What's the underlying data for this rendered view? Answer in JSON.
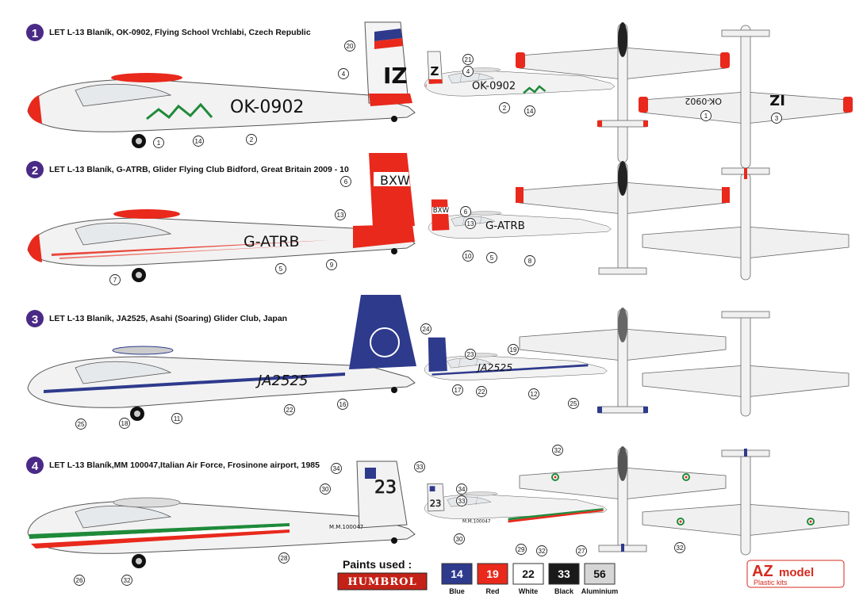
{
  "sections": [
    {
      "number": "1",
      "title": "LET L-13 Blaník, OK-0902, Flying School Vrchlabi, Czech Republic",
      "registration": "OK-0902",
      "tail_code": "IZ",
      "small_tail_code": "Z"
    },
    {
      "number": "2",
      "title": "LET L-13 Blaník, G-ATRB, Glider Flying Club Bidford, Great Britain 2009 - 10",
      "registration": "G-ATRB",
      "tail_code": "BXW",
      "small_tail_code": "BXW"
    },
    {
      "number": "3",
      "title": "LET L-13 Blaník, JA2525, Asahi (Soaring) Glider Club, Japan",
      "registration": "JA2525",
      "small_registration": "JA2525"
    },
    {
      "number": "4",
      "title": "LET L-13 Blaník,MM 100047,Italian Air Force, Frosinone airport, 1985",
      "registration": "M.M.100047",
      "tail_code": "23",
      "small_tail_code": "23",
      "small_registration": "M.M.100047"
    }
  ],
  "callouts": {
    "s1": [
      "20",
      "4",
      "1",
      "14",
      "2",
      "21",
      "4",
      "2",
      "14",
      "1",
      "3"
    ],
    "s2": [
      "6",
      "13",
      "9",
      "5",
      "7",
      "6",
      "13",
      "10",
      "5",
      "8"
    ],
    "s3": [
      "24",
      "22",
      "16",
      "11",
      "18",
      "25",
      "23",
      "19",
      "17",
      "22",
      "12",
      "25"
    ],
    "s4": [
      "34",
      "33",
      "30",
      "28",
      "26",
      "32",
      "34",
      "33",
      "30",
      "29",
      "32",
      "27",
      "32",
      "32"
    ]
  },
  "paints": {
    "title": "Paints used :",
    "brand": "HUMBROL",
    "swatches": [
      {
        "number": "14",
        "name": "Blue",
        "color": "#2e3a8c",
        "text_color": "#ffffff"
      },
      {
        "number": "19",
        "name": "Red",
        "color": "#e8291c",
        "text_color": "#ffffff"
      },
      {
        "number": "22",
        "name": "White",
        "color": "#ffffff",
        "text_color": "#111111"
      },
      {
        "number": "33",
        "name": "Black",
        "color": "#1a1a1a",
        "text_color": "#ffffff"
      },
      {
        "number": "56",
        "name": "Aluminium",
        "color": "#d6d6d6",
        "text_color": "#111111"
      }
    ]
  },
  "logo": {
    "brand_az": "AZ",
    "brand_model": "model",
    "tagline": "Plastic kits"
  },
  "colors": {
    "section_badge": "#4a2a86",
    "red": "#e8291c",
    "blue": "#2e3a8c",
    "green": "#1f8a3a"
  }
}
